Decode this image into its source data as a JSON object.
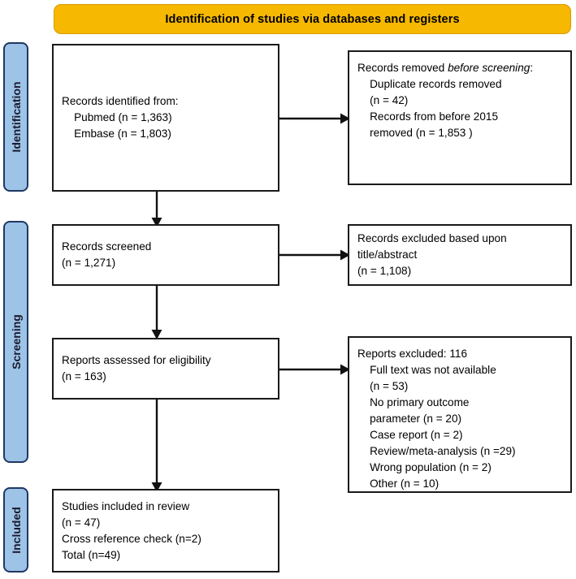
{
  "banner": {
    "title": "Identification of studies via databases and registers",
    "color": "#F6B800"
  },
  "stages": [
    {
      "id": "identification",
      "label": "Identification"
    },
    {
      "id": "screening",
      "label": "Screening"
    },
    {
      "id": "included",
      "label": "Included"
    }
  ],
  "boxes": {
    "identified": {
      "line1": "Records identified from:",
      "line2": "    Pubmed (n = 1,363)",
      "line3": "    Embase (n = 1,803)"
    },
    "removed": {
      "lead": "Records removed ",
      "italic": "before screening",
      "colon": ":",
      "line2": "    Duplicate records removed",
      "line3": "    (n = 42)",
      "line4": "    Records from before 2015",
      "line5": "    removed (n = 1,853 )"
    },
    "screened": {
      "line1": "Records screened",
      "line2": "(n = 1,271)"
    },
    "excluded_title_abstract": {
      "line1": "Records excluded based upon",
      "line2": "title/abstract",
      "line3": "(n = 1,108)"
    },
    "eligibility": {
      "line1": "Reports assessed for eligibility",
      "line2": "(n = 163)"
    },
    "reports_excluded": {
      "line1": "Reports excluded: 116",
      "line2": "    Full text was not available",
      "line3": "    (n = 53)",
      "line4": "    No primary outcome",
      "line5": "    parameter (n = 20)",
      "line6": "    Case report (n = 2)",
      "line7": "    Review/meta-analysis (n =29)",
      "line8": "    Wrong population (n = 2)",
      "line9": "    Other (n = 10)"
    },
    "included": {
      "line1": "Studies included in review",
      "line2": "(n = 47)",
      "line3": "Cross reference check (n=2)",
      "line4": "Total (n=49)"
    }
  },
  "chart_data": {
    "type": "diagram",
    "title": "Identification of studies via databases and registers",
    "nodes": [
      {
        "id": "identified",
        "stage": "Identification",
        "column": "left",
        "records": {
          "Pubmed": 1363,
          "Embase": 1803
        }
      },
      {
        "id": "removed_before_screening",
        "stage": "Identification",
        "column": "right",
        "records": {
          "Duplicate records removed": 42,
          "Records from before 2015 removed": 1853
        }
      },
      {
        "id": "screened",
        "stage": "Screening",
        "column": "left",
        "n": 1271
      },
      {
        "id": "excluded_title_abstract",
        "stage": "Screening",
        "column": "right",
        "n": 1108
      },
      {
        "id": "eligibility",
        "stage": "Screening",
        "column": "left",
        "n": 163
      },
      {
        "id": "reports_excluded",
        "stage": "Screening",
        "column": "right",
        "n": 116,
        "reasons": {
          "Full text was not available": 53,
          "No primary outcome parameter": 20,
          "Case report": 2,
          "Review/meta-analysis": 29,
          "Wrong population": 2,
          "Other": 10
        }
      },
      {
        "id": "included",
        "stage": "Included",
        "column": "left",
        "n": 47,
        "cross_reference_check": 2,
        "total": 49
      }
    ],
    "edges": [
      {
        "from": "identified",
        "to": "removed_before_screening",
        "direction": "horizontal"
      },
      {
        "from": "identified",
        "to": "screened",
        "direction": "vertical"
      },
      {
        "from": "screened",
        "to": "excluded_title_abstract",
        "direction": "horizontal"
      },
      {
        "from": "screened",
        "to": "eligibility",
        "direction": "vertical"
      },
      {
        "from": "eligibility",
        "to": "reports_excluded",
        "direction": "horizontal"
      },
      {
        "from": "eligibility",
        "to": "included",
        "direction": "vertical"
      }
    ]
  }
}
